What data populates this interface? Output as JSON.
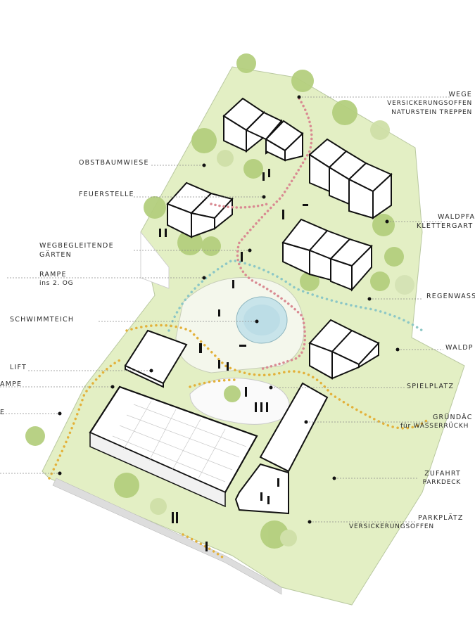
{
  "labels": {
    "wege_1": "WEGE",
    "wege_2": "VERSICKERUNGSOFFEN",
    "wege_3": "NATURSTEIN TREPPEN",
    "obstbaumwiese": "OBSTBAUMWIESE",
    "feuerstelle": "FEUERSTELLE",
    "waldpfad_1": "WALDPFA",
    "waldpfad_2": "KLETTERGART",
    "wegbegleitende_1": "WEGBEGLEITENDE",
    "wegbegleitende_2": "GÄRTEN",
    "rampe_1": "RAMPE",
    "rampe_2": "ins 2. OG",
    "regenwasser": "REGENWASS",
    "schwimmteich": "SCHWIMMTEICH",
    "waldp": "WALDP",
    "lift": "LIFT",
    "rampe_left": "AMPE",
    "left_e": "E",
    "spielplatz": "SPIELPLATZ",
    "gruendach_1": "GRÜNDÄC",
    "gruendach_2": "für WASSERRÜCKH",
    "zufahrt_1": "ZUFAHRT",
    "zufahrt_2": "PARKDECK",
    "parkplatz_1": "PARKPLÄTZ",
    "parkplatz_2": "VERSICKERUNGSOFFEN"
  },
  "colors": {
    "grass": "#e3efc4",
    "tree": "#b4cf7e",
    "building_line": "#111111",
    "path_red": "#d98a92",
    "path_blue": "#8cc7c6",
    "path_yellow": "#e3b13a",
    "pond": "#c8e4ea"
  }
}
